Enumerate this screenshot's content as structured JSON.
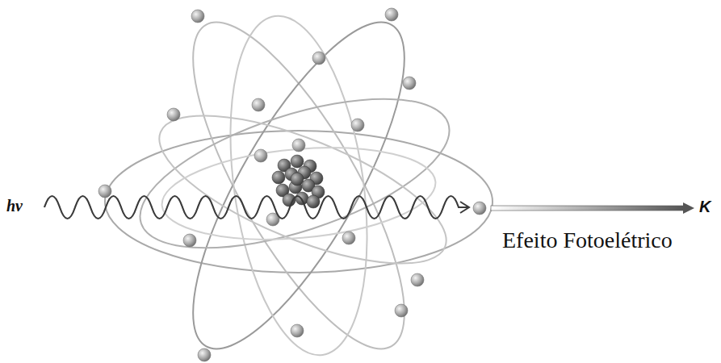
{
  "diagram": {
    "caption": "Efeito Fotoelétrico",
    "labels": [
      "hv",
      "K"
    ]
  }
}
